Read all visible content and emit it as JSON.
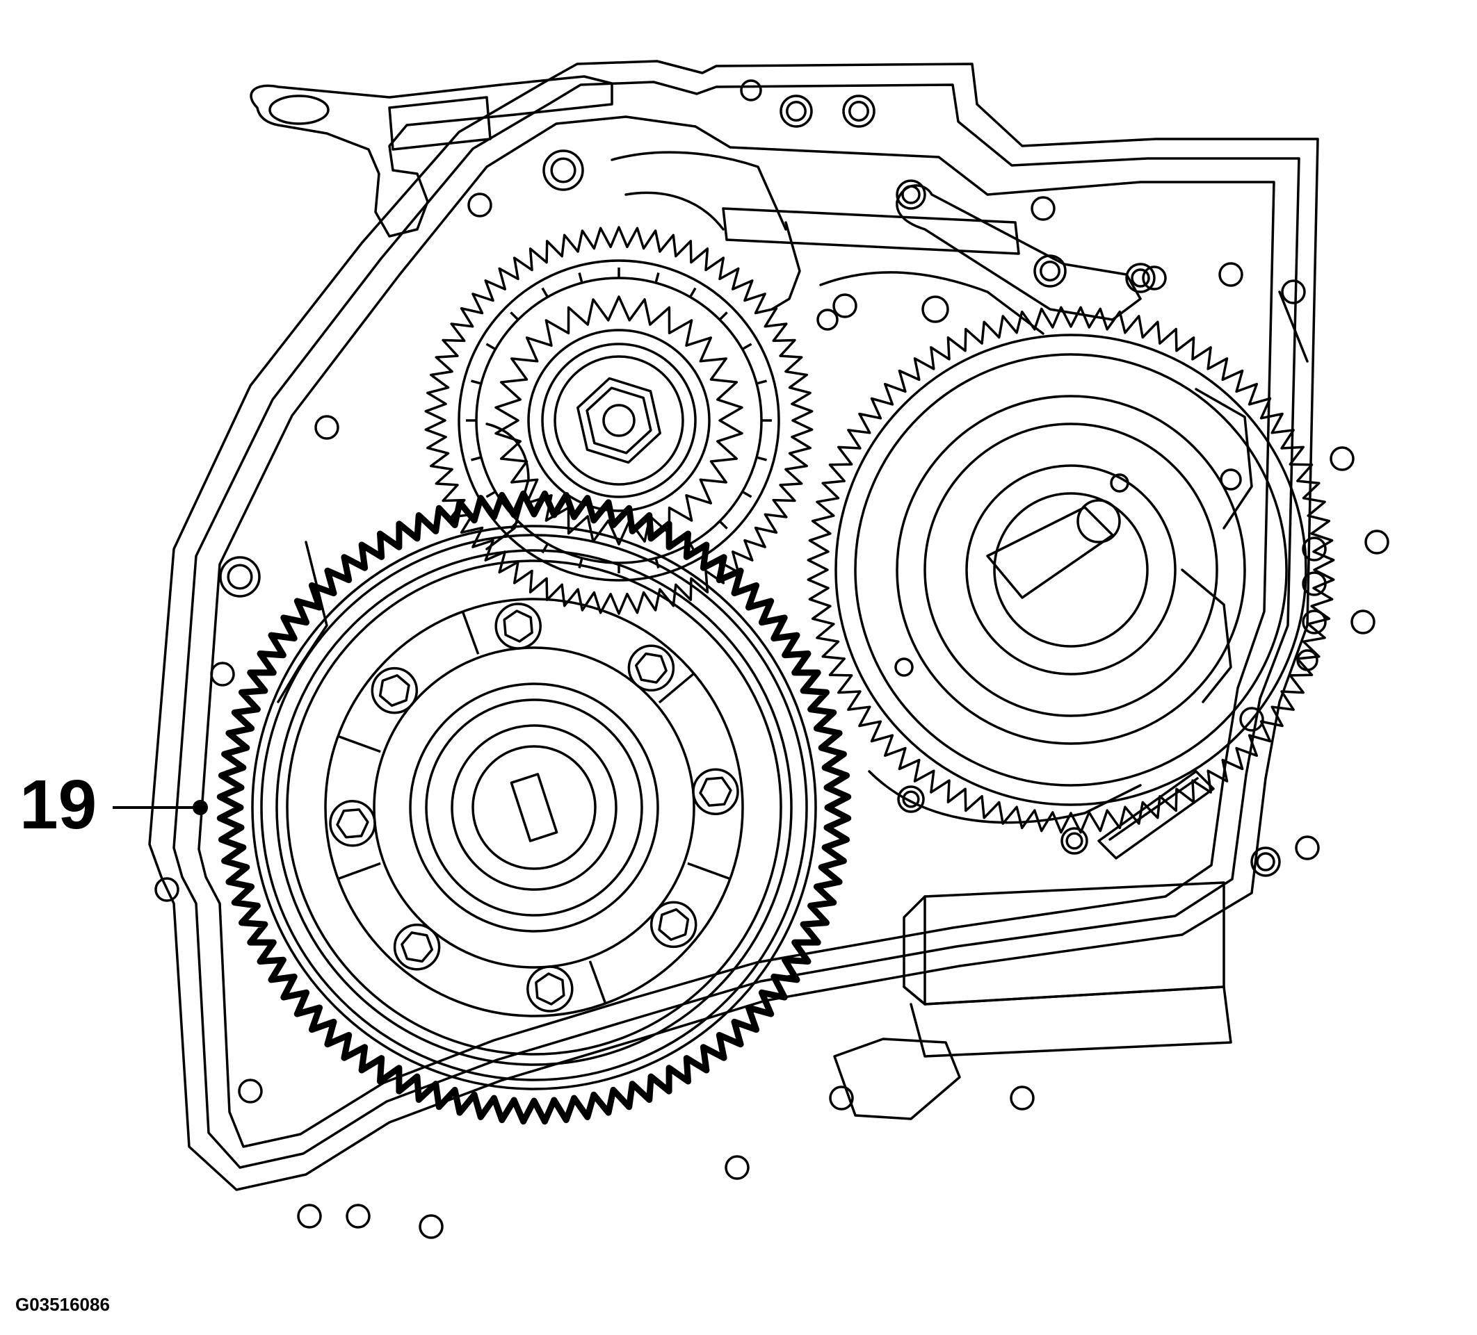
{
  "callout": {
    "number": "19"
  },
  "figure_id": "G03516086",
  "colors": {
    "line": "#000000",
    "background": "#ffffff"
  },
  "gears": {
    "large_left_teeth": 92,
    "large_right_teeth": 84,
    "upper_idler_teeth": 66,
    "upper_pinion_teeth": 30
  }
}
